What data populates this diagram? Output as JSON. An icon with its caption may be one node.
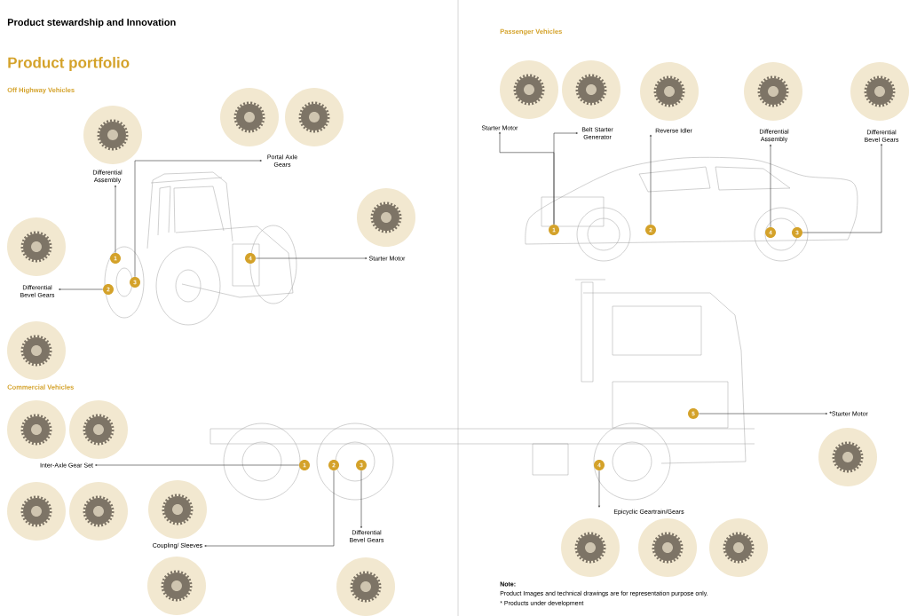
{
  "diagram": {
    "title": "Product stewardship and Innovation",
    "nodes": [
      {
        "text": [
          "Differential Assembly"
        ]
      },
      {
        "text": [
          "Portal Axle Gears"
        ]
      },
      {
        "text": [
          "1"
        ]
      },
      {
        "text": [
          "4"
        ]
      },
      {
        "text": [
          "Starter Motor"
        ]
      },
      {
        "text": [
          "Differential Bevel Gears"
        ]
      },
      {
        "text": [
          "2"
        ]
      },
      {
        "text": [
          "3"
        ]
      },
      {
        "text": [
          "Starter Motor"
        ]
      },
      {
        "text": [
          "Belt Starter Generator"
        ]
      },
      {
        "text": [
          "Reverse Idler"
        ]
      },
      {
        "text": [
          "Differential Assembly"
        ]
      },
      {
        "text": [
          "Differential Bevel Gears"
        ]
      },
      {
        "text": [
          "1"
        ]
      },
      {
        "text": [
          "2"
        ]
      },
      {
        "text": [
          "4"
        ]
      },
      {
        "text": [
          "3"
        ]
      },
      {
        "text": [
          "Inter-Axle Gear Set"
        ]
      },
      {
        "text": [
          "1"
        ]
      },
      {
        "text": [
          "2"
        ]
      },
      {
        "text": [
          "3"
        ]
      },
      {
        "text": [
          "Coupling/ Sleeves"
        ]
      },
      {
        "text": [
          "Differential Bevel Gears"
        ]
      },
      {
        "text": [
          "5"
        ]
      },
      {
        "text": [
          "*Starter Motor"
        ]
      },
      {
        "text": [
          "4"
        ]
      },
      {
        "text": [
          "Epicyclic Geartrain/Gears"
        ]
      }
    ],
    "edges": [
      {
        "from": 2,
        "to": 0,
        "arrow": "to"
      },
      {
        "from": 7,
        "to": 1,
        "arrow": "to"
      },
      {
        "from": 3,
        "to": 4,
        "arrow": "to"
      },
      {
        "from": 6,
        "to": 5,
        "arrow": "to"
      },
      {
        "from": 13,
        "to": 8,
        "arrow": "to"
      },
      {
        "from": 13,
        "to": 9,
        "arrow": "to"
      },
      {
        "from": 14,
        "to": 10,
        "arrow": "to"
      },
      {
        "from": 15,
        "to": 11,
        "arrow": "to"
      },
      {
        "from": 16,
        "to": 12,
        "arrow": "to"
      },
      {
        "from": 18,
        "to": 17,
        "arrow": "to"
      },
      {
        "from": 19,
        "to": 21,
        "arrow": "to"
      },
      {
        "from": 20,
        "to": 22,
        "arrow": "to"
      },
      {
        "from": 23,
        "to": 24,
        "arrow": "to"
      },
      {
        "from": 25,
        "to": 26,
        "arrow": "to"
      }
    ],
    "labels": [
      "Product portfolio",
      "Off Highway Vehicles",
      "Passenger Vehicles",
      "Commercial Vehicles",
      "Note:",
      "Product Images and technical drawings are for representation purpose only.",
      "* Products under development"
    ]
  }
}
